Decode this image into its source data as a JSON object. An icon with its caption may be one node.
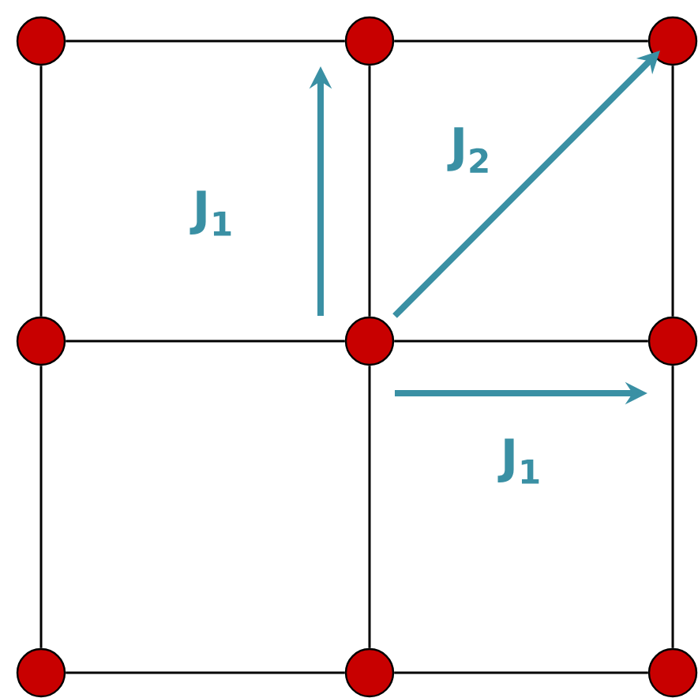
{
  "diagram": {
    "nodes": [
      {
        "text": [],
        "shape": "circle"
      },
      {
        "text": [],
        "shape": "circle"
      },
      {
        "text": [],
        "shape": "circle"
      },
      {
        "text": [],
        "shape": "circle"
      },
      {
        "text": [],
        "shape": "circle"
      },
      {
        "text": [],
        "shape": "circle"
      },
      {
        "text": [],
        "shape": "circle"
      },
      {
        "text": [],
        "shape": "circle"
      },
      {
        "text": [],
        "shape": "circle"
      }
    ],
    "edges": [
      {
        "from": 0,
        "to": 1,
        "arrow": "none"
      },
      {
        "from": 1,
        "to": 2,
        "arrow": "none"
      },
      {
        "from": 3,
        "to": 4,
        "arrow": "none"
      },
      {
        "from": 4,
        "to": 5,
        "arrow": "none"
      },
      {
        "from": 6,
        "to": 7,
        "arrow": "none"
      },
      {
        "from": 7,
        "to": 8,
        "arrow": "none"
      },
      {
        "from": 0,
        "to": 3,
        "arrow": "none"
      },
      {
        "from": 3,
        "to": 6,
        "arrow": "none"
      },
      {
        "from": 1,
        "to": 4,
        "arrow": "none"
      },
      {
        "from": 4,
        "to": 7,
        "arrow": "none"
      },
      {
        "from": 2,
        "to": 5,
        "arrow": "none"
      },
      {
        "from": 5,
        "to": 8,
        "arrow": "none"
      },
      {
        "from": 4,
        "to": 1,
        "arrow": "to",
        "label": "J$_{1}$",
        "style": "thick",
        "color": "#3a90a4"
      },
      {
        "from": 4,
        "to": 2,
        "arrow": "to",
        "label": "J$_{2}$",
        "style": "thick",
        "color": "#3a90a4"
      },
      {
        "from": 4,
        "to": 5,
        "arrow": "to",
        "label": "J$_{1}$",
        "style": "thick",
        "color": "#3a90a4"
      }
    ]
  }
}
